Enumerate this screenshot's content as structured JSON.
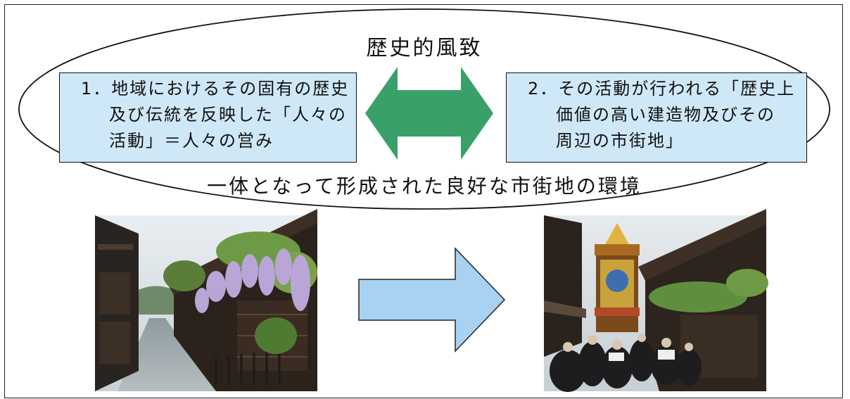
{
  "title": "歴史的風致",
  "subtitle": "一体となって形成された良好な市街地の環境",
  "box1": {
    "lines": [
      "1．地域におけるその固有の歴史",
      "及び伝統を反映した「人々の",
      "活動」＝人々の営み"
    ]
  },
  "box2": {
    "lines": [
      "2．その活動が行われる「歴史上",
      "価値の高い建造物及びその",
      "周辺の市街地」"
    ]
  },
  "colors": {
    "box_fill": "#cfe8f7",
    "double_arrow": "#3aa06a",
    "right_arrow": "#a9d2f2"
  }
}
